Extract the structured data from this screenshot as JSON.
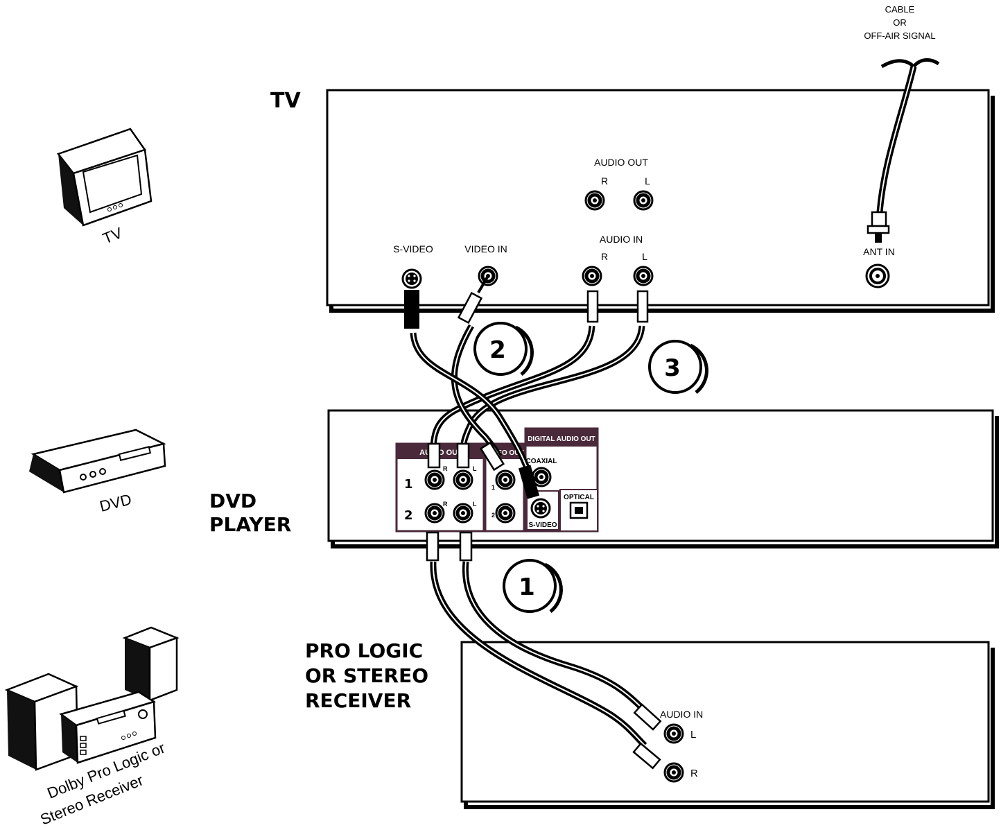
{
  "icons": {
    "tv_caption": "TV",
    "dvd_caption": "DVD",
    "receiver_caption_line1": "Dolby Pro Logic or",
    "receiver_caption_line2": "Stereo Receiver"
  },
  "headings": {
    "tv": "TV",
    "dvd_line1": "DVD",
    "dvd_line2": "PLAYER",
    "receiver_line1": "PRO LOGIC",
    "receiver_line2": "OR STEREO",
    "receiver_line3": "RECEIVER"
  },
  "signal": {
    "line1": "CABLE",
    "line2": "OR",
    "line3": "OFF-AIR SIGNAL"
  },
  "tv_panel": {
    "audio_out": "AUDIO OUT",
    "audio_out_r": "R",
    "audio_out_l": "L",
    "s_video": "S-VIDEO",
    "video_in": "VIDEO IN",
    "audio_in": "AUDIO IN",
    "audio_in_r": "R",
    "audio_in_l": "L",
    "ant_in": "ANT IN"
  },
  "dvd_panel": {
    "audio_out": "AUDIO OUT",
    "video_out": "VIDEO OUT",
    "digital_audio_out": "DIGITAL AUDIO OUT",
    "coaxial": "COAXIAL",
    "optical": "OPTICAL",
    "s_video": "S-VIDEO",
    "row1": "1",
    "row2": "2",
    "r": "R",
    "l": "L"
  },
  "receiver_panel": {
    "audio_in": "AUDIO IN",
    "l": "L",
    "r": "R"
  },
  "steps": {
    "step1": "1",
    "step2": "2",
    "step3": "3"
  }
}
